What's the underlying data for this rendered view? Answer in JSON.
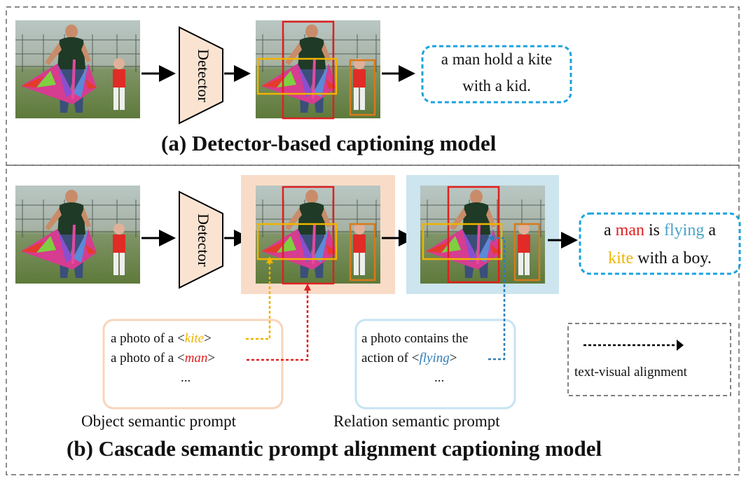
{
  "panel_a": {
    "caption": "(a) Detector-based  captioning model",
    "detector_label": "Detector",
    "output_text": [
      "a man hold a kite",
      "with a kid."
    ]
  },
  "panel_b": {
    "caption": "(b) Cascade semantic prompt alignment captioning model",
    "detector_label": "Detector",
    "output_text": {
      "line1": [
        {
          "text": "a ",
          "color": "#111111"
        },
        {
          "text": "man",
          "color": "#e02020"
        },
        {
          "text": " is ",
          "color": "#111111"
        },
        {
          "text": "flying",
          "color": "#4aa3c8"
        },
        {
          "text": " a",
          "color": "#111111"
        }
      ],
      "line2": [
        {
          "text": "kite",
          "color": "#f0b400"
        },
        {
          "text": " with a boy.",
          "color": "#111111"
        }
      ]
    },
    "object_prompt": {
      "line1_prefix": "a photo of a <",
      "line1_word": "kite",
      "line1_suffix": ">",
      "line2_prefix": "a photo of a <",
      "line2_word": "man",
      "line2_suffix": ">",
      "ellipsis": "...",
      "label": "Object semantic prompt"
    },
    "relation_prompt": {
      "line1": "a photo contains the",
      "line2_prefix": "action of  <",
      "line2_word": "flying",
      "line2_suffix": ">",
      "ellipsis": "...",
      "label": "Relation semantic prompt"
    },
    "legend_label": "text-visual alignment"
  },
  "colors": {
    "kite": "#f0b400",
    "man": "#e02020",
    "flying": "#2f7fb8",
    "kid_box": "#d87a1a",
    "output_border": "#1aa3dd",
    "detector_fill": "#fbe3d2",
    "object_bg": "#f8dcc8",
    "relation_bg": "#cce5ee"
  }
}
